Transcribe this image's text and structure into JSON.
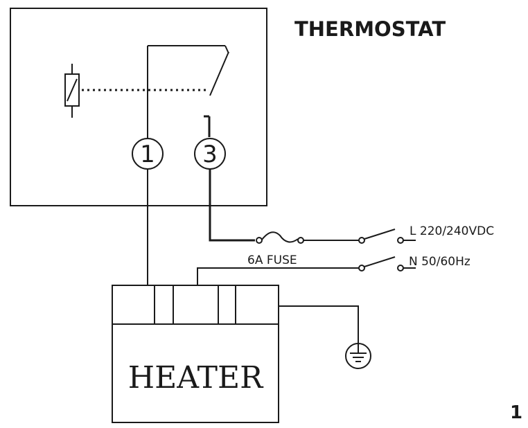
{
  "diagram": {
    "thermostat_label": "THERMOSTAT",
    "terminal_1": "1",
    "terminal_3": "3",
    "fuse_label": "6A FUSE",
    "live_label": "L 220/240VDC",
    "neutral_label": "N 50/60Hz",
    "heater_label": "HEATER",
    "page_number": "1"
  }
}
